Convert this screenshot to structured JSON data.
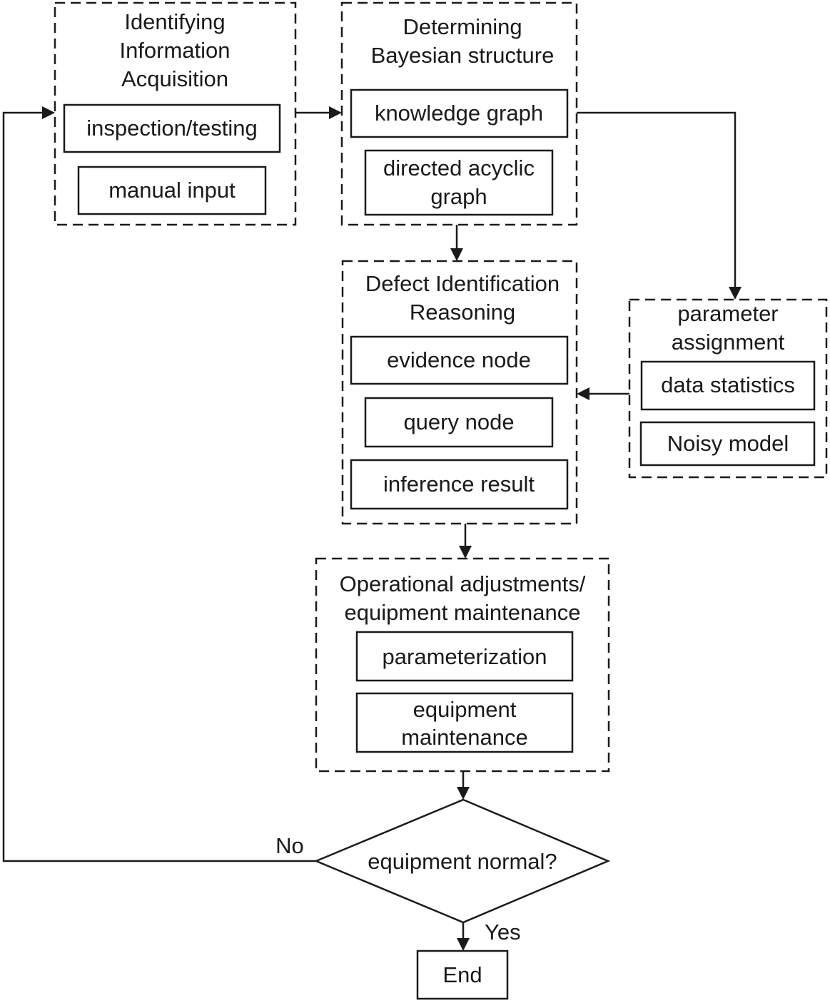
{
  "groups": {
    "acquisition": {
      "title": [
        "Identifying",
        "Information",
        "Acquisition"
      ]
    },
    "structure": {
      "title": [
        "Determining",
        "Bayesian structure"
      ]
    },
    "reasoning": {
      "title": [
        "Defect Identification",
        "Reasoning"
      ]
    },
    "parameter": {
      "title": [
        "parameter",
        "assignment"
      ]
    },
    "maintenance": {
      "title": [
        "Operational adjustments/",
        "equipment maintenance"
      ]
    }
  },
  "nodes": {
    "inspection_testing": [
      "inspection/testing"
    ],
    "manual_input": [
      "manual input"
    ],
    "knowledge_graph": [
      "knowledge graph"
    ],
    "dag": [
      "directed acyclic",
      "graph"
    ],
    "evidence_node": [
      "evidence node"
    ],
    "query_node": [
      "query node"
    ],
    "inference_result": [
      "inference result"
    ],
    "data_statistics": [
      "data statistics"
    ],
    "noisy_model": [
      "Noisy model"
    ],
    "parameterization": [
      "parameterization"
    ],
    "equipment_maintenance": [
      "equipment",
      "maintenance"
    ],
    "decision": [
      "equipment normal?"
    ],
    "end": [
      "End"
    ]
  },
  "edge_labels": {
    "no": "No",
    "yes": "Yes"
  }
}
